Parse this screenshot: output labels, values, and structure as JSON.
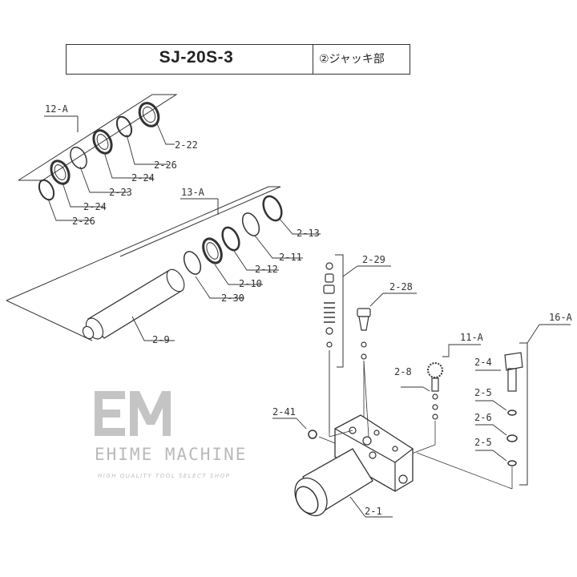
{
  "header": {
    "model": "SJ-20S-3",
    "section": "②ジャッキ部"
  },
  "watermark": {
    "company": "EHIME MACHINE",
    "tagline": "HIGH QUALITY TOOL SELECT SHOP",
    "logo_text": "EM"
  },
  "labels": {
    "kit_12a": "12-A",
    "kit_13a": "13-A",
    "kit_11a": "11-A",
    "kit_16a": "16-A",
    "p2_22": "2-22",
    "p2_26_top": "2-26",
    "p2_24_a": "2-24",
    "p2_23": "2-23",
    "p2_24_b": "2-24",
    "p2_26_bottom": "2-26",
    "p2_13": "2-13",
    "p2_11": "2-11",
    "p2_12": "2-12",
    "p2_10": "2-10",
    "p2_30": "2-30",
    "p2_9": "2-9",
    "p2_29": "2-29",
    "p2_28": "2-28",
    "p2_8": "2-8",
    "p2_4": "2-4",
    "p2_5_a": "2-5",
    "p2_6": "2-6",
    "p2_5_b": "2-5",
    "p2_41": "2-41",
    "p2_1": "2-1"
  }
}
